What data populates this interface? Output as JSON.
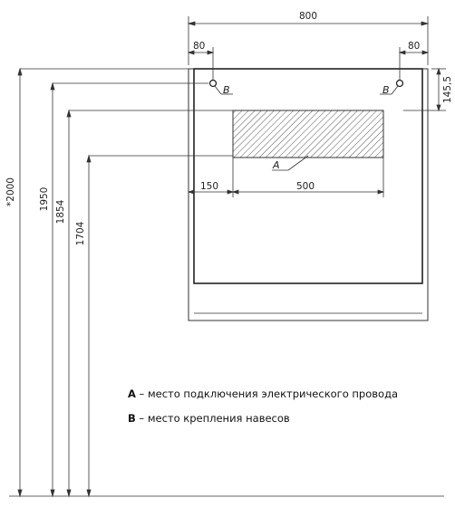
{
  "dimensions": {
    "overall_width": "800",
    "left_offset": "80",
    "right_offset": "80",
    "top_offset": "145,5",
    "inner_offset": "150",
    "cutout_width": "500",
    "height_total": "*2000",
    "height_1950": "1950",
    "height_1854": "1854",
    "height_1704": "1704"
  },
  "markers": {
    "mount_point_left": "B",
    "mount_point_right": "B",
    "connection_zone": "A"
  },
  "legend": {
    "a_key": "A",
    "a_text": " – место подключения электрического провода",
    "b_key": "B",
    "b_text": " – место крепления навесов"
  }
}
